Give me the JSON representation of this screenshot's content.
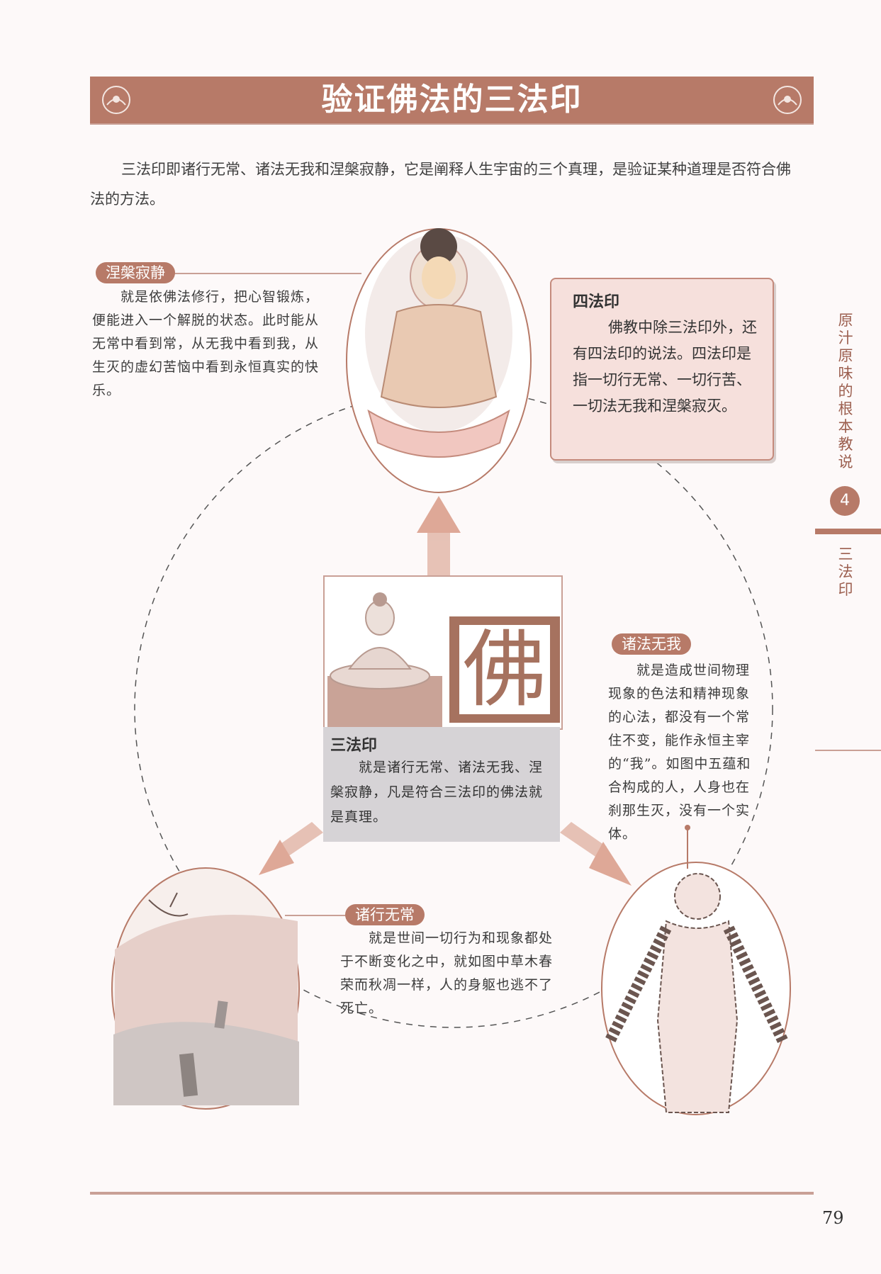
{
  "header": {
    "title": "验证佛法的三法印"
  },
  "intro": "三法印即诸行无常、诸法无我和涅槃寂静，它是阐释人生宇宙的三个真理，是验证某种道理是否符合佛法的方法。",
  "niepan": {
    "label": "涅槃寂静",
    "text": "就是依佛法修行，把心智锻炼，便能进入一个解脱的状态。此时能从无常中看到常，从无我中看到我，从生灭的虚幻苦恼中看到永恒真实的快乐。"
  },
  "sifayin": {
    "title": "四法印",
    "text": "佛教中除三法印外，还有四法印的说法。四法印是指一切行无常、一切行苦、一切法无我和涅槃寂灭。"
  },
  "center": {
    "seal_char": "佛",
    "title": "三法印",
    "text": "就是诸行无常、诸法无我、涅槃寂静，凡是符合三法印的佛法就是真理。"
  },
  "wuwo": {
    "label": "诸法无我",
    "text": "就是造成世间物理现象的色法和精神现象的心法，都没有一个常住不变，能作永恒主宰的“我”。如图中五蕴和合构成的人，人身也在刹那生灭，没有一个实体。"
  },
  "wuchang": {
    "label": "诸行无常",
    "text": "就是世间一切行为和现象都处于不断变化之中，就如图中草木春荣而秋凋一样，人的身躯也逃不了死亡。"
  },
  "side_tab": {
    "vertical_title": "原汁原味的根本教说",
    "chapter": "4",
    "section": "三法印"
  },
  "page_number": "79",
  "colors": {
    "accent": "#b77a68",
    "line": "#c9a096",
    "box": "#f6e0dc"
  }
}
